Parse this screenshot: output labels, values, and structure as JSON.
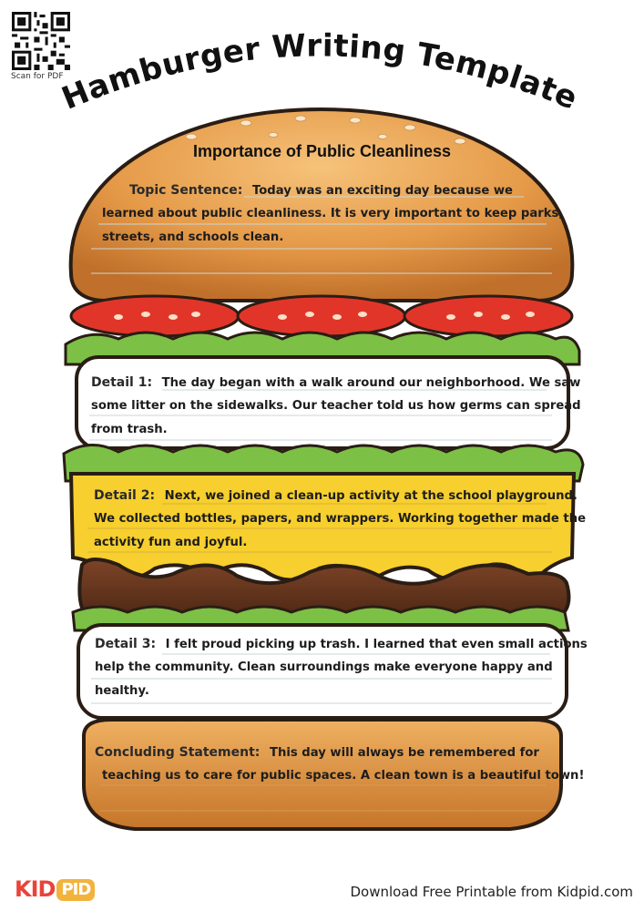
{
  "qr": {
    "label": "Scan for PDF"
  },
  "title": "Hamburger Writing Template",
  "heading": "Importance of Public Cleanliness",
  "sections": {
    "topic": {
      "label": "Topic Sentence:",
      "lines": [
        "Today was an exciting day because we",
        "learned about public cleanliness. It is very important to keep parks,",
        "streets, and schools clean."
      ]
    },
    "detail1": {
      "label": "Detail 1:",
      "lines": [
        "The day began with a walk around our neighborhood. We saw",
        "some litter on the sidewalks. Our teacher told us how germs can spread",
        "from trash."
      ]
    },
    "detail2": {
      "label": "Detail 2:",
      "lines": [
        "Next, we joined a clean-up activity at the school playground.",
        "We collected bottles, papers, and wrappers. Working together made the",
        "activity fun and joyful."
      ]
    },
    "detail3": {
      "label": "Detail 3:",
      "lines": [
        "I felt proud picking up trash. I learned that even small actions",
        "help the community. Clean surroundings make everyone happy and",
        "healthy."
      ]
    },
    "conclusion": {
      "label": "Concluding Statement:",
      "lines": [
        "This day will always be remembered for",
        "teaching us to care for public spaces. A clean town is a beautiful town!"
      ]
    }
  },
  "logo": {
    "kid": "KID",
    "pid": "PID"
  },
  "footer": "Download Free Printable from Kidpid.com",
  "colors": {
    "bun": "#d9893a",
    "tomato": "#e2352a",
    "lettuce": "#7cc046",
    "cheese": "#f7cf2e",
    "patty": "#6b3a22",
    "outline": "#2a1d14"
  }
}
